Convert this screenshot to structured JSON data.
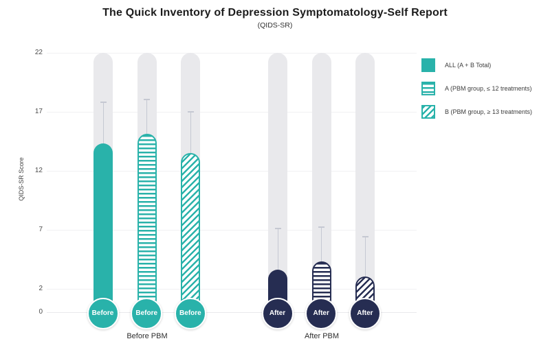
{
  "title": "The Quick Inventory of Depression Symptomatology-Self Report",
  "subtitle": "(QIDS-SR)",
  "y_axis_label": "QIDS-SR Score",
  "group_labels": [
    "Before PBM",
    "After PBM"
  ],
  "bar_markers": [
    "Before",
    "After"
  ],
  "legend": [
    {
      "label": "ALL (A + B Total)",
      "pattern": "solid"
    },
    {
      "label": "A (PBM group, ≤ 12 treatments)",
      "pattern": "h-stripes"
    },
    {
      "label": "B (PBM group, ≥ 13 treatments)",
      "pattern": "d-stripes"
    }
  ],
  "colors": {
    "teal": "#29b2aa",
    "navy": "#262d52",
    "pill_gray": "#e9e9ec",
    "whisker": "#c5c8d2",
    "white": "#ffffff"
  },
  "chart_data": {
    "type": "bar",
    "title": "The Quick Inventory of Depression Symptomatology-Self Report",
    "subtitle": "(QIDS-SR)",
    "xlabel": "",
    "ylabel": "QIDS-SR Score",
    "ylim": [
      0,
      22
    ],
    "yticks": [
      22,
      17,
      12,
      7,
      2,
      0
    ],
    "grid": true,
    "legend_position": "right",
    "categories": [
      "Before PBM",
      "After PBM"
    ],
    "series": [
      {
        "name": "ALL (A + B Total)",
        "pattern": "solid",
        "values": [
          14.3,
          3.6
        ],
        "error_top": [
          17.8,
          7.1
        ]
      },
      {
        "name": "A (PBM group, ≤ 12 treatments)",
        "pattern": "h-stripes",
        "values": [
          15.1,
          4.3
        ],
        "error_top": [
          18.0,
          7.2
        ]
      },
      {
        "name": "B (PBM group, ≥ 13 treatments)",
        "pattern": "d-stripes",
        "values": [
          13.5,
          3.0
        ],
        "error_top": [
          17.0,
          6.4
        ]
      }
    ],
    "bar_labels": [
      "Before",
      "Before",
      "Before",
      "After",
      "After",
      "After"
    ],
    "group_colors": {
      "Before PBM": "#29b2aa",
      "After PBM": "#262d52"
    }
  }
}
